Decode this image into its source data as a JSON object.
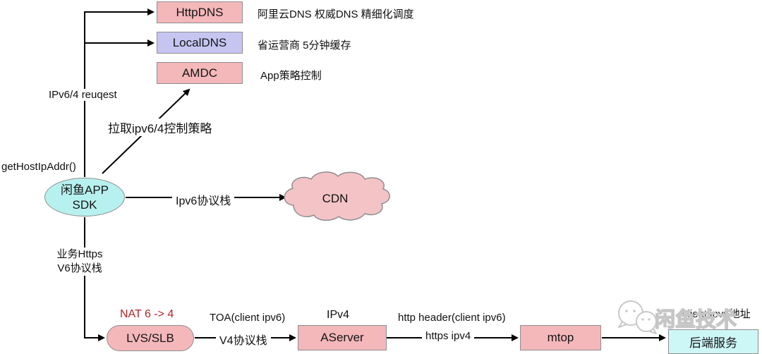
{
  "colors": {
    "node_pink": "#f4b7ba",
    "node_purple": "#c6c5f2",
    "node_cyan": "#b7f1ef",
    "node_light_cyan": "#cdf6f7",
    "node_border": "#8f8f8f",
    "connector": "#000000",
    "nat_red": "#b0232a",
    "watermark_gray": "#c6c6c6"
  },
  "nodes": {
    "httpdns": {
      "label": "HttpDNS"
    },
    "localdns": {
      "label": "LocalDNS"
    },
    "amdc": {
      "label": "AMDC"
    },
    "app_sdk": {
      "line1": "闲鱼APP",
      "line2": "SDK"
    },
    "cdn": {
      "label": "CDN"
    },
    "lvs_slb": {
      "label": "LVS/SLB"
    },
    "aserver": {
      "label": "AServer"
    },
    "mtop": {
      "label": "mtop"
    },
    "backend": {
      "label": "后端服务"
    }
  },
  "notes": {
    "httpdns": "阿里云DNS  权威DNS 精细化调度",
    "localdns": "省运营商  5分钟缓存",
    "amdc": "App策略控制"
  },
  "edge_labels": {
    "ipv64_request": "IPv6/4 reuqest",
    "pull_policy": "拉取ipv6/4控制策略",
    "get_host_ip": "getHostIpAddr()",
    "ipv6_stack": "Ipv6协议栈",
    "biz_https_line1": "业务Https",
    "biz_https_line2": "V6协议栈",
    "nat": "NAT 6 -> 4",
    "toa": "TOA(client ipv6)",
    "v4_stack": "V4协议栈",
    "ipv4": "IPv4",
    "http_header": "http header(client ipv6)",
    "https_ipv4": "https ipv4",
    "client_ip": "client ipv6地址"
  },
  "watermark": {
    "brand": "闲鱼技术"
  }
}
